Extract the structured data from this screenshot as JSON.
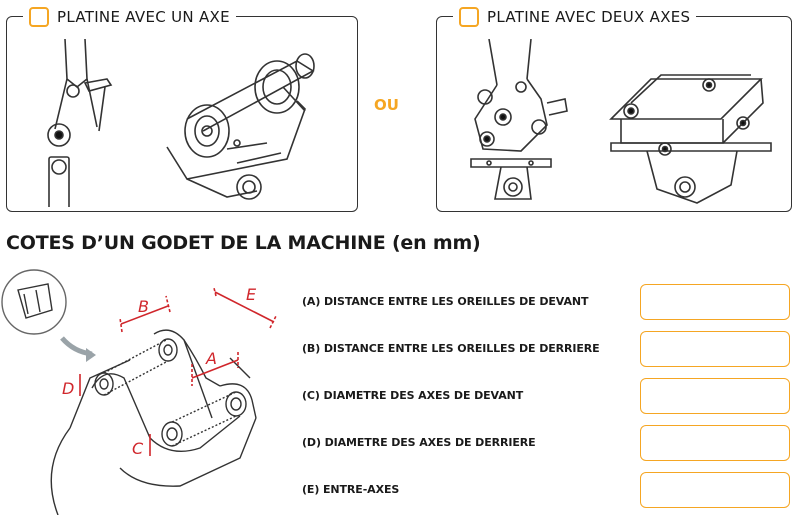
{
  "option_one": {
    "title": "PLATINE AVEC UN AXE"
  },
  "separator": "OU",
  "option_two": {
    "title": "PLATINE AVEC DEUX AXES"
  },
  "section_title": "COTES D’UN GODET DE LA MACHINE (en mm)",
  "diagram_labels": {
    "a": "A",
    "b": "B",
    "c": "C",
    "d": "D",
    "e": "E"
  },
  "dimensions": [
    {
      "label": "(A) DISTANCE ENTRE LES OREILLES DE DEVANT",
      "value": ""
    },
    {
      "label": "(B) DISTANCE ENTRE LES OREILLES DE DERRIERE",
      "value": ""
    },
    {
      "label": "(C) DIAMETRE DES AXES DE DEVANT",
      "value": ""
    },
    {
      "label": "(D) DIAMETRE DES AXES DE DERRIERE",
      "value": ""
    },
    {
      "label": "(E) ENTRE-AXES",
      "value": ""
    }
  ],
  "colors": {
    "accent": "#f5a623",
    "dimension_red": "#d0262b",
    "line": "#333333"
  }
}
